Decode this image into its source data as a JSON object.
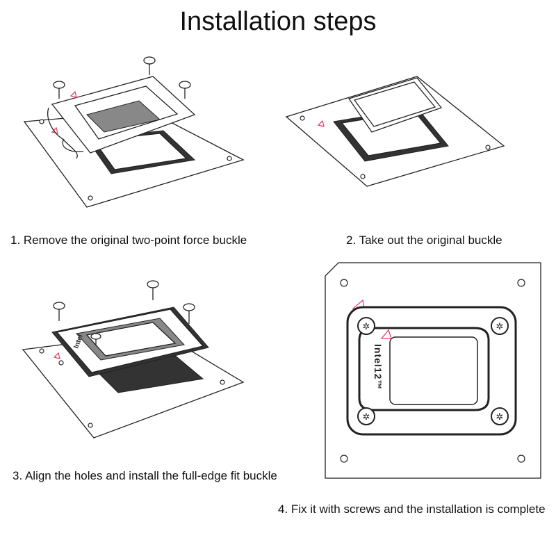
{
  "title": "Installation steps",
  "steps": [
    {
      "caption": "1. Remove the original two-point force buckle"
    },
    {
      "caption": "2. Take out the original buckle"
    },
    {
      "caption": "3. Align the holes and install the full-edge fit buckle"
    },
    {
      "caption": "4. Fix it with screws and the installation is complete"
    }
  ],
  "bracket_label": "Intel12™",
  "colors": {
    "marker": "#e0456b",
    "line": "#222222"
  }
}
